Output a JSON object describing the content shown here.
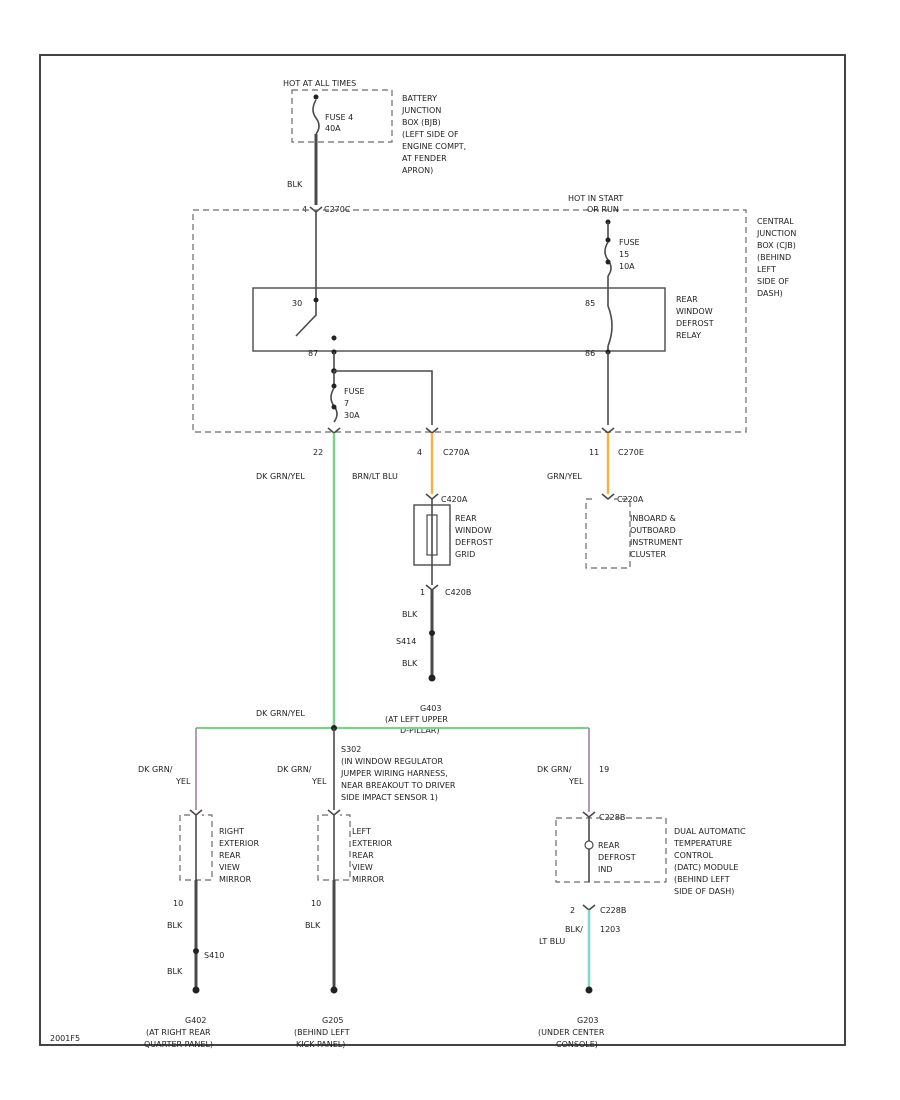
{
  "colors": {
    "green_wire": "#7fd18a",
    "orange_wire": "#f2b640",
    "teal_wire": "#7ad9c9",
    "purple_wire": "#a98fb5",
    "default_wire": "#4a4a4a"
  },
  "labels": {
    "top_hot": "HOT AT ALL TIMES",
    "fuse4": [
      "FUSE 4",
      "40A"
    ],
    "bjb": [
      "BATTERY",
      "JUNCTION",
      "BOX (BJB)",
      "(LEFT SIDE OF",
      "ENGINE COMPT,",
      "AT FENDER",
      "APRON)"
    ],
    "blk_top": "BLK",
    "c270c_pin": "4",
    "c270c": "C270C",
    "hot_run": [
      "HOT IN START",
      "OR RUN"
    ],
    "fuse15": [
      "FUSE",
      "15",
      "10A"
    ],
    "cjb": [
      "CENTRAL",
      "JUNCTION",
      "BOX (CJB)",
      "(BEHIND",
      "LEFT",
      "SIDE OF",
      "DASH)"
    ],
    "relay": [
      "REAR",
      "WINDOW",
      "DEFROST",
      "RELAY"
    ],
    "relay_pins": [
      "30",
      "85",
      "87",
      "86"
    ],
    "fuse7": [
      "FUSE",
      "7",
      "30A"
    ],
    "pin22": "22",
    "pin4": "4",
    "c270a": "C270A",
    "pin11": "11",
    "c270e": "C270E",
    "dkgrnyel": "DK GRN/YEL",
    "brnltblu": "BRN/LT BLU",
    "grnyel": "GRN/YEL",
    "c420a_tag": "C420A",
    "rear_grid": [
      "REAR",
      "WINDOW",
      "DEFROST",
      "GRID"
    ],
    "c220a_tag": "C220A",
    "cluster": [
      "INBOARD &",
      "OUTBOARD",
      "INSTRUMENT",
      "CLUSTER"
    ],
    "c420b_pin": "1",
    "c420b": "C420B",
    "blk_mid1": "BLK",
    "s414": "S414",
    "blk_mid2": "BLK",
    "g403": [
      "G403",
      "(AT LEFT UPPER",
      "D-PILLAR)"
    ],
    "dkgrnyel2": "DK GRN/YEL",
    "s302": [
      "S302",
      "(IN WINDOW REGULATOR",
      "JUMPER WIRING HARNESS,",
      "NEAR BREAKOUT TO DRIVER",
      "SIDE IMPACT SENSOR 1)"
    ],
    "branch_left": [
      "DK GRN/",
      "YEL"
    ],
    "branch_mid": [
      "DK GRN/",
      "YEL"
    ],
    "branch_right": [
      "DK GRN/",
      "YEL"
    ],
    "pin_right_top": "19",
    "c228b": "C228B",
    "right_mirror": [
      "RIGHT",
      "EXTERIOR",
      "REAR",
      "VIEW",
      "MIRROR"
    ],
    "left_mirror": [
      "LEFT",
      "EXTERIOR",
      "REAR",
      "VIEW",
      "MIRROR"
    ],
    "rear_defrost_ind": [
      "REAR",
      "DEFROST",
      "IND"
    ],
    "datc": [
      "DUAL AUTOMATIC",
      "TEMPERATURE",
      "CONTROL",
      "(DATC) MODULE",
      "(BEHIND LEFT",
      "SIDE OF DASH)"
    ],
    "pin10a": "10",
    "pin10b": "10",
    "blk_l1": "BLK",
    "blk_m1": "BLK",
    "c228b_pin": "2",
    "c228b2": "C228B",
    "blk_ltblu": [
      "BLK/",
      "LT BLU"
    ],
    "s203": "1203",
    "s410": "S410",
    "blk_l2": "BLK",
    "g402": [
      "G402",
      "(AT RIGHT REAR",
      "QUARTER PANEL)"
    ],
    "g205": [
      "G205",
      "(BEHIND LEFT",
      "KICK PANEL)"
    ],
    "g203": [
      "G203",
      "(UNDER CENTER",
      "CONSOLE)"
    ],
    "code": "2001F5"
  }
}
